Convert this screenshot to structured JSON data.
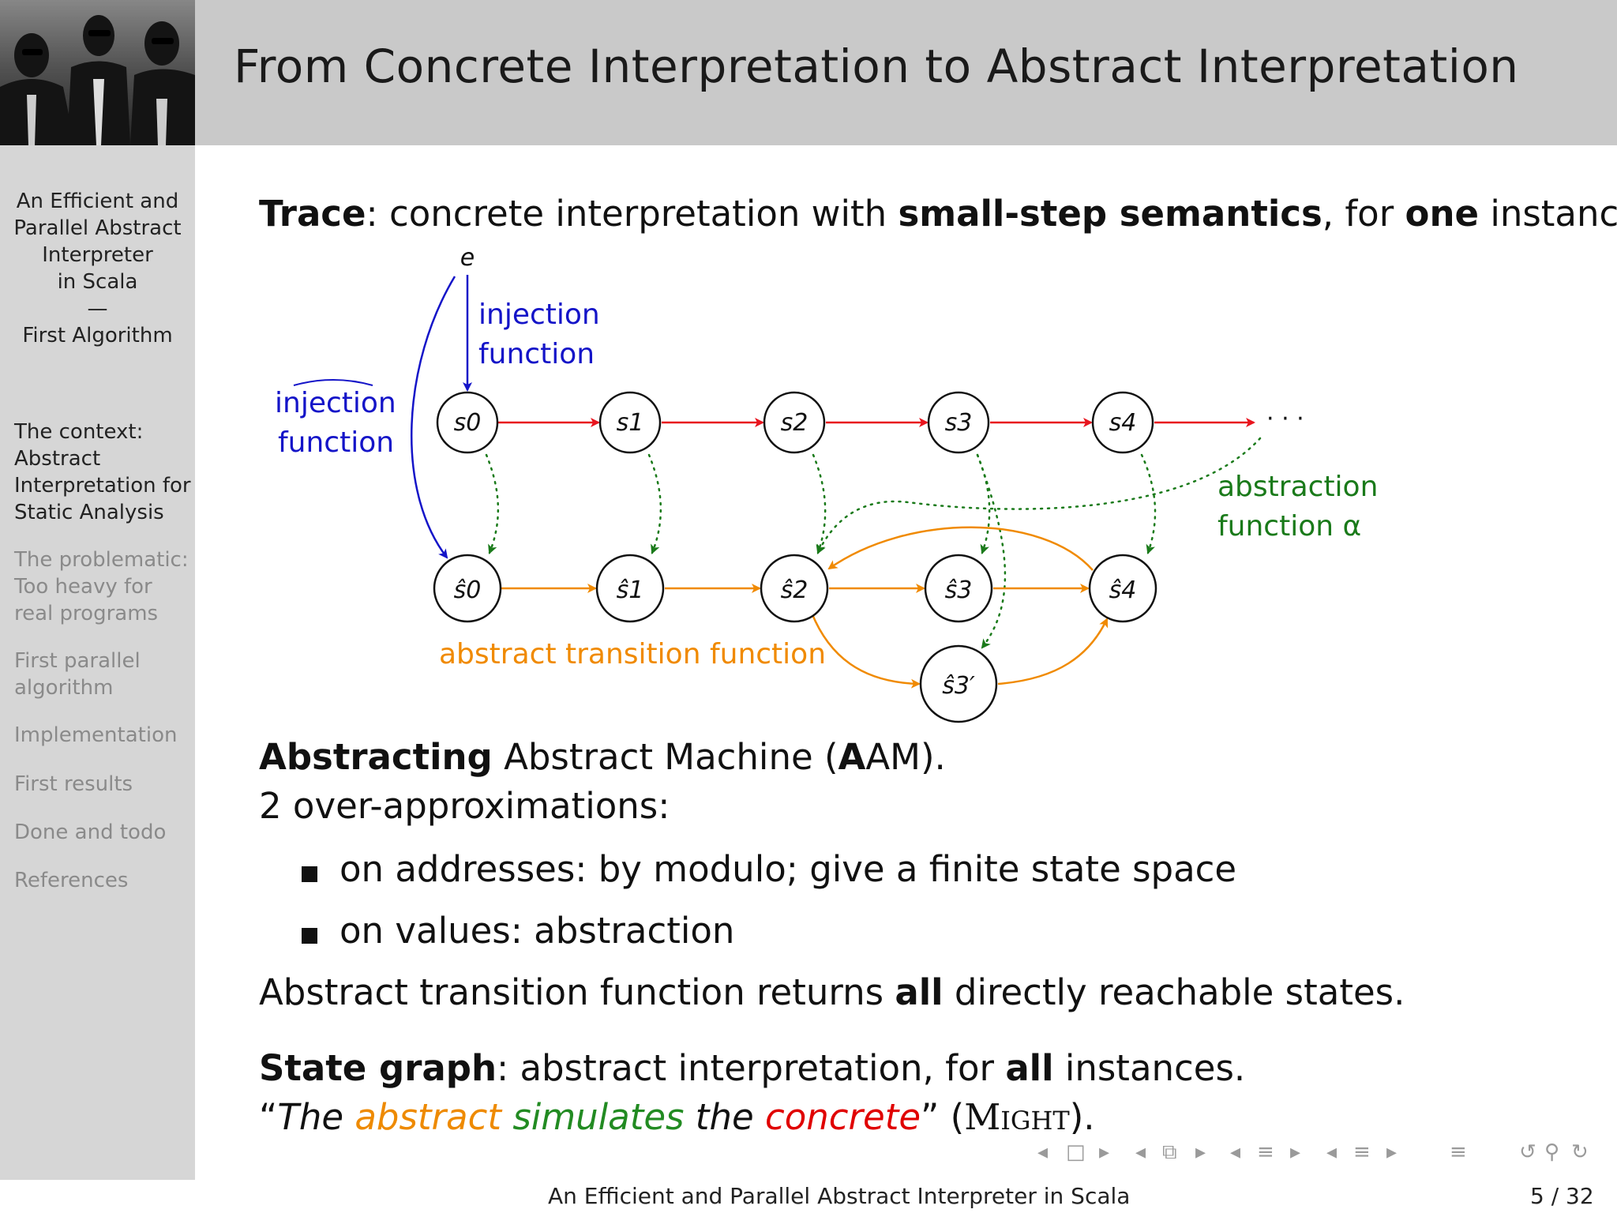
{
  "header": {
    "title": "From Concrete Interpretation to Abstract Interpretation"
  },
  "sidebar": {
    "title_lines": [
      "An Efficient and",
      "Parallel Abstract",
      "Interpreter",
      "in Scala",
      "—",
      "First Algorithm"
    ],
    "sections": [
      {
        "lines": [
          "The context:",
          "Abstract",
          "Interpretation for",
          "Static Analysis"
        ],
        "active": true
      },
      {
        "lines": [
          "The problematic:",
          "Too heavy for",
          "real programs"
        ],
        "active": false
      },
      {
        "lines": [
          "First parallel",
          "algorithm"
        ],
        "active": false
      },
      {
        "lines": [
          "Implementation"
        ],
        "active": false
      },
      {
        "lines": [
          "First results"
        ],
        "active": false
      },
      {
        "lines": [
          "Done and todo"
        ],
        "active": false
      },
      {
        "lines": [
          "References"
        ],
        "active": false
      }
    ]
  },
  "trace": {
    "bold1": "Trace",
    "text1": ": concrete interpretation with ",
    "bold2": "small-step semantics",
    "text2": ", for ",
    "bold3": "one",
    "text3": " instance."
  },
  "diagram": {
    "colors": {
      "concrete": "#e8141e",
      "abstract": "#f08a00",
      "injection": "#1414c8",
      "alpha": "#1a7a1a"
    },
    "e_label": "e",
    "injection_label": [
      "injection",
      "function"
    ],
    "injection_hat_label": [
      "injection",
      "function"
    ],
    "alpha_label": [
      "abstraction",
      "function α"
    ],
    "abstract_transition_label": "abstract transition function",
    "ellipsis": "· · ·",
    "concrete_states": [
      "s0",
      "s1",
      "s2",
      "s3",
      "s4"
    ],
    "abstract_states": [
      "ŝ0",
      "ŝ1",
      "ŝ2",
      "ŝ3",
      "ŝ4",
      "ŝ3′"
    ]
  },
  "aam": {
    "bold1": "Abstracting",
    "text1": " Abstract Machine (",
    "bold2": "A",
    "text2": "AM).",
    "line2": "2 over-approximations:",
    "bullets": [
      "on addresses: by modulo; give a finite state space",
      "on values: abstraction"
    ],
    "line3_pre": "Abstract transition function returns ",
    "line3_bold": "all",
    "line3_post": " directly reachable states."
  },
  "state_graph": {
    "bold1": "State graph",
    "text1": ": abstract interpretation, for ",
    "bold2": "all",
    "text2": " instances.",
    "quote_open": "“",
    "q1": "The ",
    "q_abstract": "abstract",
    "q_sp": " ",
    "q_simulates": "simulates",
    "q2": " the ",
    "q_concrete": "concrete",
    "quote_close": "” (",
    "might": "Might",
    "end": ")."
  },
  "nav": {
    "symbols": [
      "◂",
      "□",
      "▸",
      "◂",
      "⧉",
      "▸",
      "◂",
      "≡",
      "▸",
      "◂",
      "≡",
      "▸",
      "≡",
      "↺",
      "⚲",
      "↻"
    ]
  },
  "footer": {
    "title": "An Efficient and Parallel Abstract Interpreter in Scala",
    "page": "5 / 32"
  }
}
